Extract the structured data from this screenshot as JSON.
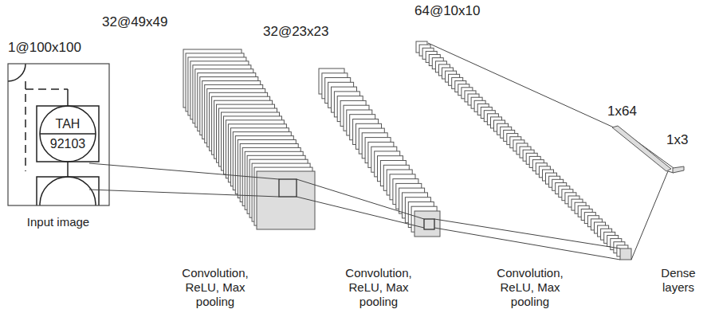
{
  "diagram": {
    "labels": [
      "1@100x100",
      "32@49x49",
      "32@23x23",
      "64@10x10",
      "1x64",
      "1x3",
      "TAH",
      "92103",
      "Input image",
      "Convolution, ReLU, Max pooling",
      "Convolution, ReLU, Max pooling",
      "Convolution, ReLU, Max pooling",
      "Dense layers"
    ]
  }
}
